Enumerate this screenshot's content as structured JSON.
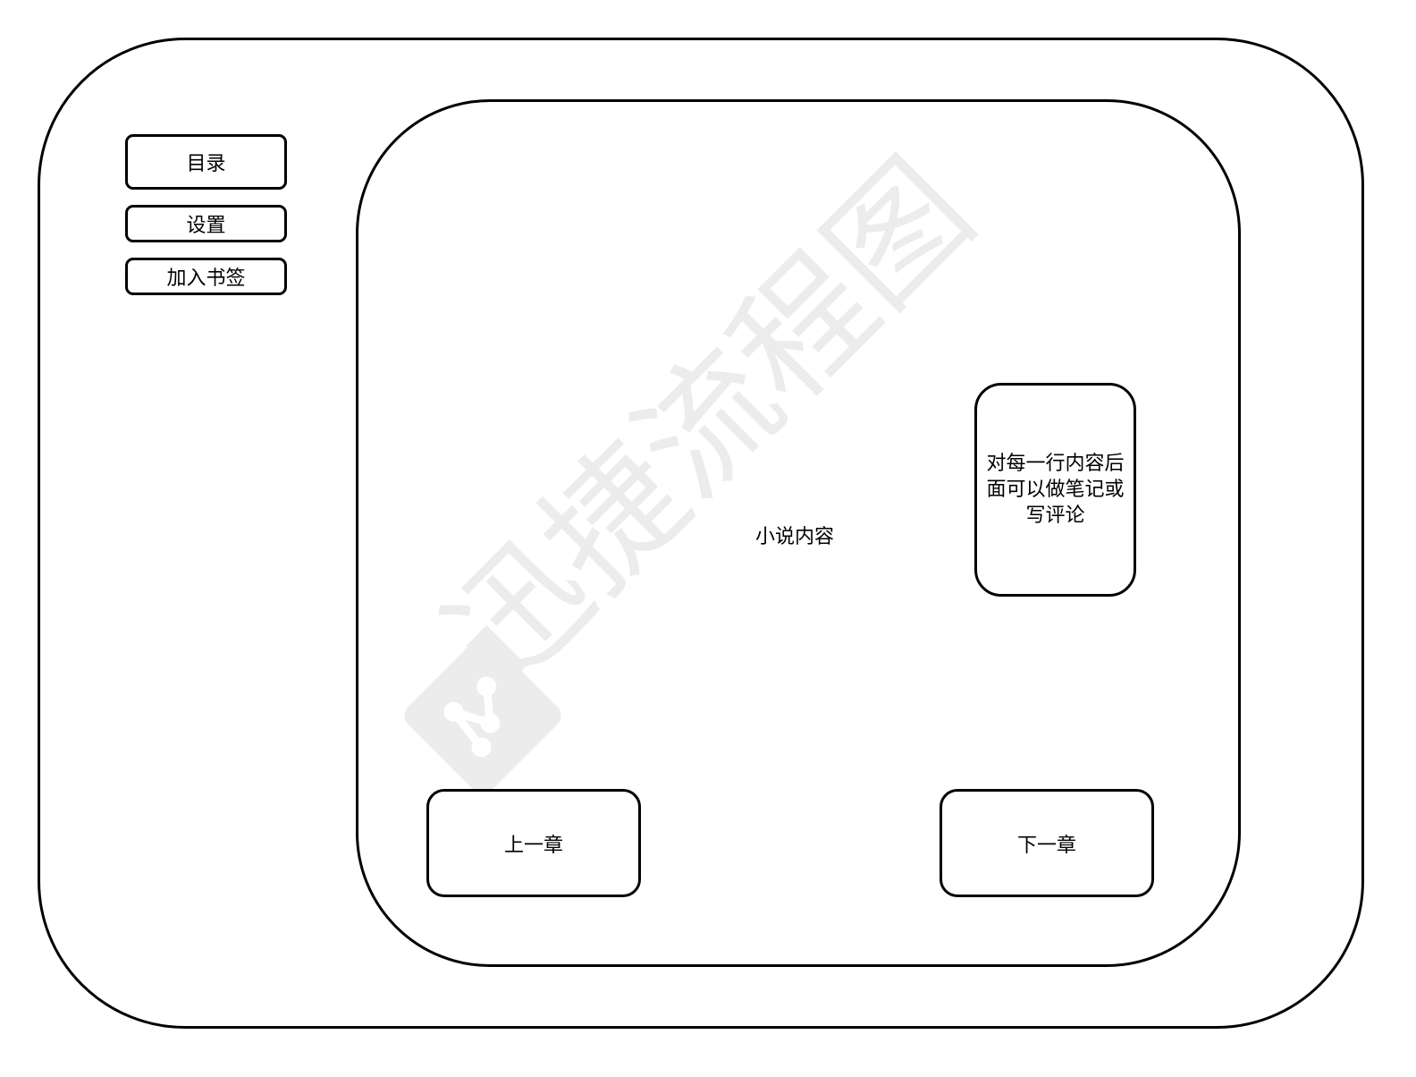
{
  "menu": {
    "toc_label": "目录",
    "settings_label": "设置",
    "bookmark_label": "加入书签"
  },
  "content": {
    "label": "小说内容"
  },
  "note_box": {
    "text": "对每一行内容后面可以做笔记或写评论"
  },
  "navigation": {
    "prev_label": "上一章",
    "next_label": "下一章"
  },
  "watermark": {
    "text": "迅捷流程图"
  }
}
